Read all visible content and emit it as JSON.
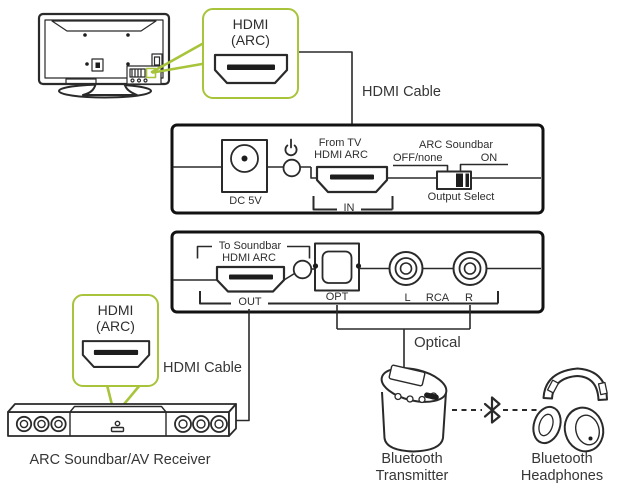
{
  "colors": {
    "callout_green": "#a7c43b",
    "ink": "#2a2a2a",
    "text": "#363636"
  },
  "icons": {
    "power-icon": "power symbol (circle with stem)",
    "bluetooth-icon": "bluetooth rune",
    "hdmi-connector-icon": "HDMI plug outline",
    "dc-jack-icon": "barrel power jack",
    "optical-port-icon": "TOSLINK square port",
    "rca-jack-icon": "concentric RCA rings"
  },
  "tv_callout": {
    "line1": "HDMI",
    "line2": "(ARC)"
  },
  "labels": {
    "hdmi_cable_top": "HDMI Cable",
    "hdmi_cable_bottom": "HDMI Cable",
    "optical_cable": "Optical"
  },
  "front_panel": {
    "dc_label": "DC 5V",
    "in_port_title_line1": "From TV",
    "in_port_title_line2": "HDMI ARC",
    "in_bracket_label": "IN",
    "switch_title": "ARC Soundbar",
    "switch_off_label": "OFF/none",
    "switch_on_label": "ON",
    "switch_caption": "Output Select",
    "switch_state": "ON"
  },
  "rear_panel": {
    "out_port_title_line1": "To Soundbar",
    "out_port_title_line2": "HDMI ARC",
    "out_bracket_label": "OUT",
    "opt_label": "OPT",
    "rca_l_label": "L",
    "rca_label": "RCA",
    "rca_r_label": "R"
  },
  "soundbar_callout": {
    "line1": "HDMI",
    "line2": "(ARC)"
  },
  "soundbar_label": "ARC Soundbar/AV Receiver",
  "transmitter_label": {
    "line1": "Bluetooth",
    "line2": "Transmitter"
  },
  "headphones_label": {
    "line1": "Bluetooth",
    "line2": "Headphones"
  }
}
